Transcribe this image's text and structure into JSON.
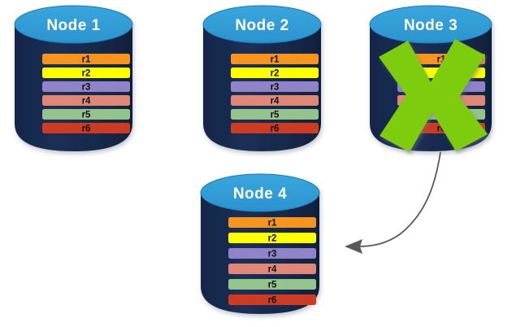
{
  "diagram": {
    "type": "node-replication-diagram",
    "title": "",
    "colors": {
      "background": "#ffffff",
      "cylinder_body": "#18294C",
      "cylinder_body_dark": "#122242",
      "cylinder_top": "#2E9BD6",
      "cylinder_top_edge": "#1B77B5",
      "node_title_text": "#ffffff",
      "row_label_text": "#111111",
      "x_mark_green": "#7DCC0C",
      "arrow_gray": "#595959",
      "shadow": "#c9cdd4"
    },
    "row_colors": {
      "r1": "#F7941E",
      "r2": "#FFFF00",
      "r3": "#9083C8",
      "r4": "#E08878",
      "r5": "#94C48C",
      "r6": "#CC3B22"
    }
  },
  "nodes": [
    {
      "id": "node-1",
      "title": "Node  1",
      "failed": false,
      "rows": [
        {
          "id": "r1",
          "label": "r1",
          "color": "#F7941E"
        },
        {
          "id": "r2",
          "label": "r2",
          "color": "#FFFF00"
        },
        {
          "id": "r3",
          "label": "r3",
          "color": "#9083C8"
        },
        {
          "id": "r4",
          "label": "r4",
          "color": "#E08878"
        },
        {
          "id": "r5",
          "label": "r5",
          "color": "#94C48C"
        },
        {
          "id": "r6",
          "label": "r6",
          "color": "#CC3B22"
        }
      ]
    },
    {
      "id": "node-2",
      "title": "Node  2",
      "failed": false,
      "rows": [
        {
          "id": "r1",
          "label": "r1",
          "color": "#F7941E"
        },
        {
          "id": "r2",
          "label": "r2",
          "color": "#FFFF00"
        },
        {
          "id": "r3",
          "label": "r3",
          "color": "#9083C8"
        },
        {
          "id": "r4",
          "label": "r4",
          "color": "#E08878"
        },
        {
          "id": "r5",
          "label": "r5",
          "color": "#94C48C"
        },
        {
          "id": "r6",
          "label": "r6",
          "color": "#CC3B22"
        }
      ]
    },
    {
      "id": "node-3",
      "title": "Node  3",
      "failed": true,
      "rows": [
        {
          "id": "r1",
          "label": "r1",
          "color": "#F7941E"
        },
        {
          "id": "r2",
          "label": "r2",
          "color": "#FFFF00"
        },
        {
          "id": "r3",
          "label": "r3",
          "color": "#9083C8"
        },
        {
          "id": "r4",
          "label": "r4",
          "color": "#E08878"
        },
        {
          "id": "r5",
          "label": "r5",
          "color": "#94C48C"
        },
        {
          "id": "r6",
          "label": "r6",
          "color": "#CC3B22"
        }
      ]
    },
    {
      "id": "node-4",
      "title": "Node  4",
      "failed": false,
      "rows": [
        {
          "id": "r1",
          "label": "r1",
          "color": "#F7941E"
        },
        {
          "id": "r2",
          "label": "r2",
          "color": "#FFFF00"
        },
        {
          "id": "r3",
          "label": "r3",
          "color": "#9083C8"
        },
        {
          "id": "r4",
          "label": "r4",
          "color": "#E08878"
        },
        {
          "id": "r5",
          "label": "r5",
          "color": "#94C48C"
        },
        {
          "id": "r6",
          "label": "r6",
          "color": "#CC3B22"
        }
      ]
    }
  ],
  "annotations": {
    "failure_marker": {
      "name": "green-x-mark",
      "on_node": "node-3",
      "label": ""
    },
    "arrow": {
      "name": "replication-arrow",
      "from_node": "node-3",
      "to_node": "node-4",
      "label": ""
    }
  }
}
